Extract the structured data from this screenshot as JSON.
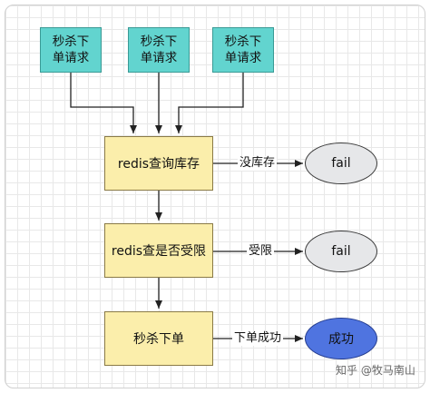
{
  "requests": [
    {
      "label": "秒杀下单请求"
    },
    {
      "label": "秒杀下单请求"
    },
    {
      "label": "秒杀下单请求"
    }
  ],
  "steps": [
    {
      "label": "redis查询库存"
    },
    {
      "label": "redis查是否受限"
    },
    {
      "label": "秒杀下单"
    }
  ],
  "edges": [
    {
      "label": "没库存"
    },
    {
      "label": "受限"
    },
    {
      "label": "下单成功"
    }
  ],
  "outcomes": [
    {
      "label": "fail"
    },
    {
      "label": "fail"
    },
    {
      "label": "成功"
    }
  ],
  "watermark": "知乎 @牧马南山",
  "colors": {
    "request_fill": "#62d4cf",
    "step_fill": "#fbeeab",
    "fail_fill": "#e6e7e9",
    "success_fill": "#4f74e0"
  }
}
